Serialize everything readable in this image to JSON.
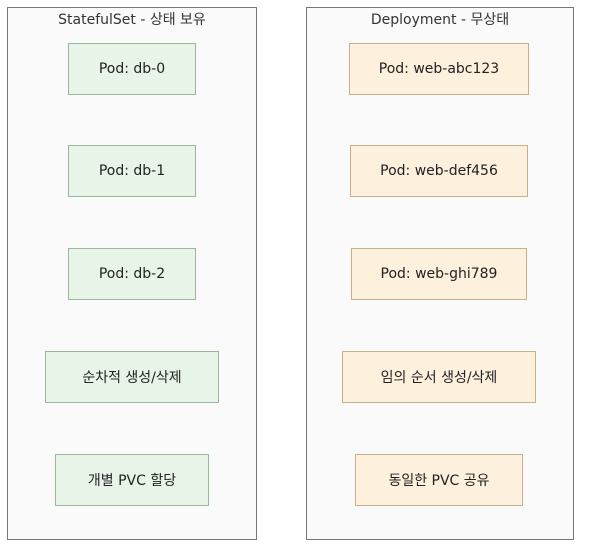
{
  "statefulset": {
    "title": "StatefulSet - 상태 보유",
    "pods": [
      "Pod: db-0",
      "Pod: db-1",
      "Pod: db-2"
    ],
    "ordering": "순차적 생성/삭제",
    "storage": "개별 PVC 할당"
  },
  "deployment": {
    "title": "Deployment - 무상태",
    "pods": [
      "Pod: web-abc123",
      "Pod: web-def456",
      "Pod: web-ghi789"
    ],
    "ordering": "임의 순서 생성/삭제",
    "storage": "동일한 PVC 공유"
  },
  "colors": {
    "statefulset_fill": "#e8f4e8",
    "statefulset_border": "#9ab89a",
    "deployment_fill": "#fdf0dd",
    "deployment_border": "#c8b08a",
    "group_fill": "#fafafa",
    "group_border": "#777777"
  }
}
